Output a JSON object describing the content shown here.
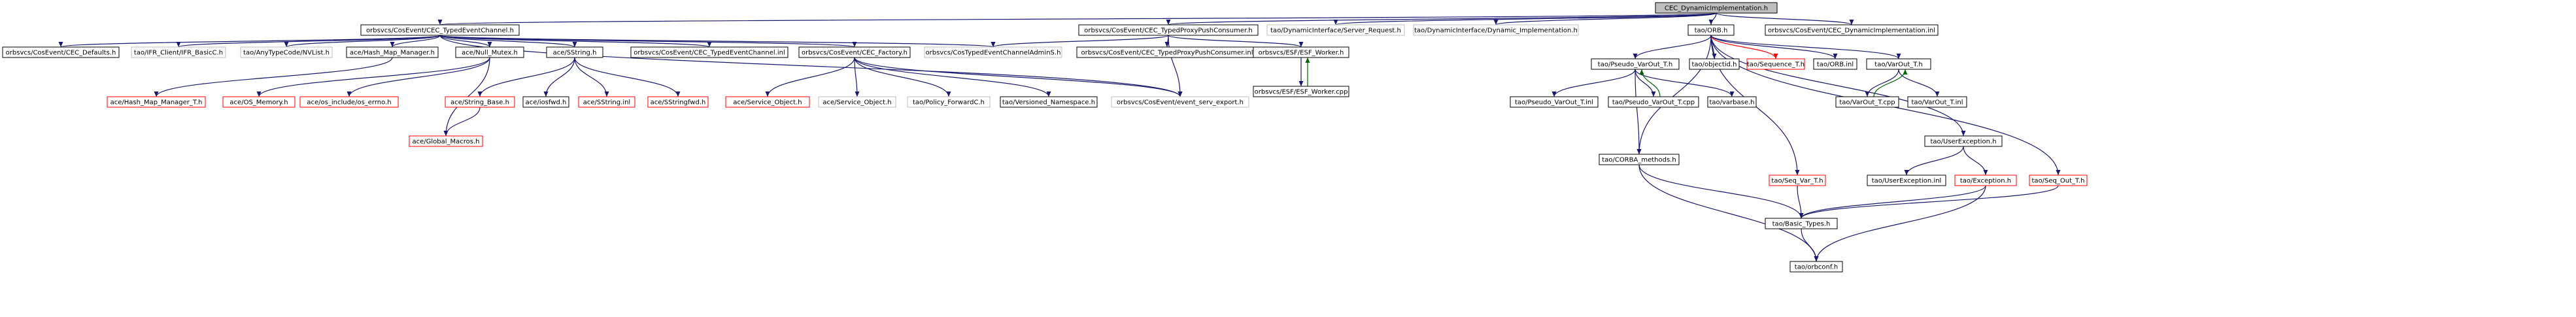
{
  "title": "CEC_DynamicImplementation.h",
  "colors": {
    "root_fill": "#bfbfbf",
    "normal_border": "#000000",
    "missing_border": "#ff0000",
    "external_border": "#bfbfbf",
    "edge_main": "#191970",
    "edge_back": "#006400",
    "edge_red": "#ff0000"
  },
  "nodes": [
    {
      "id": "root",
      "label": "CEC_DynamicImplementation.h",
      "style": "root"
    },
    {
      "id": "typedEC",
      "label": "orbsvcs/CosEvent/CEC_TypedEventChannel.h",
      "style": "normal"
    },
    {
      "id": "ppc",
      "label": "orbsvcs/CosEvent/CEC_TypedProxyPushConsumer.h",
      "style": "normal"
    },
    {
      "id": "dsr",
      "label": "tao/DynamicInterface/Server_Request.h",
      "style": "external"
    },
    {
      "id": "dimpl",
      "label": "tao/DynamicInterface/Dynamic_Implementation.h",
      "style": "external"
    },
    {
      "id": "orb",
      "label": "tao/ORB.h",
      "style": "normal"
    },
    {
      "id": "dimplinl",
      "label": "orbsvcs/CosEvent/CEC_DynamicImplementation.inl",
      "style": "normal"
    },
    {
      "id": "defaults",
      "label": "orbsvcs/CosEvent/CEC_Defaults.h",
      "style": "normal"
    },
    {
      "id": "ifr",
      "label": "tao/IFR_Client/IFR_BasicC.h",
      "style": "external"
    },
    {
      "id": "nvlist",
      "label": "tao/AnyTypeCode/NVList.h",
      "style": "external"
    },
    {
      "id": "hmm",
      "label": "ace/Hash_Map_Manager.h",
      "style": "normal"
    },
    {
      "id": "nullmutex",
      "label": "ace/Null_Mutex.h",
      "style": "normal"
    },
    {
      "id": "sstring",
      "label": "ace/SString.h",
      "style": "normal"
    },
    {
      "id": "tecinl",
      "label": "orbsvcs/CosEvent/CEC_TypedEventChannel.inl",
      "style": "normal"
    },
    {
      "id": "factory",
      "label": "orbsvcs/CosEvent/CEC_Factory.h",
      "style": "normal"
    },
    {
      "id": "admins",
      "label": "orbsvcs/CosTypedEventChannelAdminS.h",
      "style": "external"
    },
    {
      "id": "ppcinl",
      "label": "orbsvcs/CosEvent/CEC_TypedProxyPushConsumer.inl",
      "style": "normal"
    },
    {
      "id": "esfworker",
      "label": "orbsvcs/ESF/ESF_Worker.h",
      "style": "normal"
    },
    {
      "id": "esfworkercpp",
      "label": "orbsvcs/ESF/ESF_Worker.cpp",
      "style": "normal"
    },
    {
      "id": "hmmt",
      "label": "ace/Hash_Map_Manager_T.h",
      "style": "missing"
    },
    {
      "id": "osmem",
      "label": "ace/OS_Memory.h",
      "style": "missing"
    },
    {
      "id": "osinc",
      "label": "ace/os_include/os_errno.h",
      "style": "missing"
    },
    {
      "id": "strbase",
      "label": "ace/String_Base.h",
      "style": "missing"
    },
    {
      "id": "iosfwd",
      "label": "ace/iosfwd.h",
      "style": "normal"
    },
    {
      "id": "sstringinl",
      "label": "ace/SString.inl",
      "style": "missing"
    },
    {
      "id": "sstringfwd",
      "label": "ace/SStringfwd.h",
      "style": "missing"
    },
    {
      "id": "globalmacros",
      "label": "ace/Global_Macros.h",
      "style": "missing"
    },
    {
      "id": "svcobjh",
      "label": "ace/Service_Object.h",
      "style": "missing"
    },
    {
      "id": "svcobjh2",
      "label": "ace/Service_Object.h",
      "style": "external"
    },
    {
      "id": "policyfwd",
      "label": "tao/Policy_ForwardC.h",
      "style": "external"
    },
    {
      "id": "versioned",
      "label": "tao/Versioned_Namespace.h",
      "style": "normal"
    },
    {
      "id": "evservexport",
      "label": "orbsvcs/CosEvent/event_serv_export.h",
      "style": "external"
    },
    {
      "id": "pseudovarout",
      "label": "tao/Pseudo_VarOut_T.h",
      "style": "normal"
    },
    {
      "id": "objectid",
      "label": "tao/objectid.h",
      "style": "normal"
    },
    {
      "id": "seqt",
      "label": "tao/Sequence_T.h",
      "style": "missing"
    },
    {
      "id": "orbinl",
      "label": "tao/ORB.inl",
      "style": "normal"
    },
    {
      "id": "varoutt",
      "label": "tao/VarOut_T.h",
      "style": "normal"
    },
    {
      "id": "pvoinl",
      "label": "tao/Pseudo_VarOut_T.inl",
      "style": "normal"
    },
    {
      "id": "pvocpp",
      "label": "tao/Pseudo_VarOut_T.cpp",
      "style": "normal"
    },
    {
      "id": "varbase",
      "label": "tao/varbase.h",
      "style": "normal"
    },
    {
      "id": "varoutcpp",
      "label": "tao/VarOut_T.cpp",
      "style": "normal"
    },
    {
      "id": "varoutinl",
      "label": "tao/VarOut_T.inl",
      "style": "normal"
    },
    {
      "id": "userexc",
      "label": "tao/UserException.h",
      "style": "normal"
    },
    {
      "id": "corbamethods",
      "label": "tao/CORBA_methods.h",
      "style": "normal"
    },
    {
      "id": "seqvart",
      "label": "tao/Seq_Var_T.h",
      "style": "missing"
    },
    {
      "id": "userexcinl",
      "label": "tao/UserException.inl",
      "style": "normal"
    },
    {
      "id": "exception",
      "label": "tao/Exception.h",
      "style": "missing"
    },
    {
      "id": "seqoutt",
      "label": "tao/Seq_Out_T.h",
      "style": "missing"
    },
    {
      "id": "basictypes",
      "label": "tao/Basic_Types.h",
      "style": "normal"
    },
    {
      "id": "orbconf",
      "label": "tao/orbconf.h",
      "style": "normal"
    }
  ],
  "edges": [
    {
      "from": "root",
      "to": "typedEC",
      "kind": "main"
    },
    {
      "from": "root",
      "to": "ppc",
      "kind": "main"
    },
    {
      "from": "root",
      "to": "dsr",
      "kind": "main"
    },
    {
      "from": "root",
      "to": "dimpl",
      "kind": "main"
    },
    {
      "from": "root",
      "to": "orb",
      "kind": "main"
    },
    {
      "from": "root",
      "to": "dimplinl",
      "kind": "main"
    },
    {
      "from": "typedEC",
      "to": "defaults",
      "kind": "main"
    },
    {
      "from": "typedEC",
      "to": "ifr",
      "kind": "main"
    },
    {
      "from": "typedEC",
      "to": "nvlist",
      "kind": "main"
    },
    {
      "from": "typedEC",
      "to": "hmm",
      "kind": "main"
    },
    {
      "from": "typedEC",
      "to": "nullmutex",
      "kind": "main"
    },
    {
      "from": "typedEC",
      "to": "sstring",
      "kind": "main"
    },
    {
      "from": "typedEC",
      "to": "tecinl",
      "kind": "main"
    },
    {
      "from": "typedEC",
      "to": "factory",
      "kind": "main"
    },
    {
      "from": "typedEC",
      "to": "admins",
      "kind": "main"
    },
    {
      "from": "typedEC",
      "to": "evservexport",
      "kind": "main"
    },
    {
      "from": "hmm",
      "to": "hmmt",
      "kind": "main"
    },
    {
      "from": "nullmutex",
      "to": "osmem",
      "kind": "main"
    },
    {
      "from": "nullmutex",
      "to": "osinc",
      "kind": "main"
    },
    {
      "from": "nullmutex",
      "to": "globalmacros",
      "kind": "main"
    },
    {
      "from": "sstring",
      "to": "strbase",
      "kind": "main"
    },
    {
      "from": "sstring",
      "to": "iosfwd",
      "kind": "main"
    },
    {
      "from": "sstring",
      "to": "sstringinl",
      "kind": "main"
    },
    {
      "from": "sstring",
      "to": "sstringfwd",
      "kind": "main"
    },
    {
      "from": "strbase",
      "to": "globalmacros",
      "kind": "main"
    },
    {
      "from": "factory",
      "to": "svcobjh",
      "kind": "main"
    },
    {
      "from": "factory",
      "to": "svcobjh2",
      "kind": "main"
    },
    {
      "from": "factory",
      "to": "policyfwd",
      "kind": "main"
    },
    {
      "from": "factory",
      "to": "versioned",
      "kind": "main"
    },
    {
      "from": "factory",
      "to": "evservexport",
      "kind": "main"
    },
    {
      "from": "ppc",
      "to": "admins",
      "kind": "main"
    },
    {
      "from": "ppc",
      "to": "evservexport",
      "kind": "main"
    },
    {
      "from": "ppc",
      "to": "ppcinl",
      "kind": "main"
    },
    {
      "from": "ppc",
      "to": "esfworker",
      "kind": "main"
    },
    {
      "from": "esfworker",
      "to": "esfworkercpp",
      "kind": "main"
    },
    {
      "from": "esfworkercpp",
      "to": "esfworker",
      "kind": "back"
    },
    {
      "from": "orb",
      "to": "pseudovarout",
      "kind": "main"
    },
    {
      "from": "orb",
      "to": "objectid",
      "kind": "main"
    },
    {
      "from": "orb",
      "to": "seqt",
      "kind": "red"
    },
    {
      "from": "orb",
      "to": "orbinl",
      "kind": "main"
    },
    {
      "from": "orb",
      "to": "varoutt",
      "kind": "main"
    },
    {
      "from": "orb",
      "to": "userexc",
      "kind": "main"
    },
    {
      "from": "orb",
      "to": "corbamethods",
      "kind": "main"
    },
    {
      "from": "orb",
      "to": "seqoutt",
      "kind": "main"
    },
    {
      "from": "orb",
      "to": "seqvart",
      "kind": "main"
    },
    {
      "from": "pseudovarout",
      "to": "pvoinl",
      "kind": "main"
    },
    {
      "from": "pseudovarout",
      "to": "pvocpp",
      "kind": "main"
    },
    {
      "from": "pseudovarout",
      "to": "varbase",
      "kind": "main"
    },
    {
      "from": "pseudovarout",
      "to": "corbamethods",
      "kind": "main"
    },
    {
      "from": "pvocpp",
      "to": "pseudovarout",
      "kind": "back"
    },
    {
      "from": "varoutt",
      "to": "varoutcpp",
      "kind": "main"
    },
    {
      "from": "varoutt",
      "to": "varoutinl",
      "kind": "main"
    },
    {
      "from": "varoutcpp",
      "to": "varoutt",
      "kind": "back"
    },
    {
      "from": "userexc",
      "to": "userexcinl",
      "kind": "main"
    },
    {
      "from": "userexc",
      "to": "exception",
      "kind": "main"
    },
    {
      "from": "corbamethods",
      "to": "basictypes",
      "kind": "main"
    },
    {
      "from": "corbamethods",
      "to": "orbconf",
      "kind": "main"
    },
    {
      "from": "seqvart",
      "to": "basictypes",
      "kind": "main"
    },
    {
      "from": "exception",
      "to": "basictypes",
      "kind": "main"
    },
    {
      "from": "exception",
      "to": "orbconf",
      "kind": "main"
    },
    {
      "from": "seqoutt",
      "to": "basictypes",
      "kind": "main"
    },
    {
      "from": "basictypes",
      "to": "orbconf",
      "kind": "main"
    }
  ]
}
